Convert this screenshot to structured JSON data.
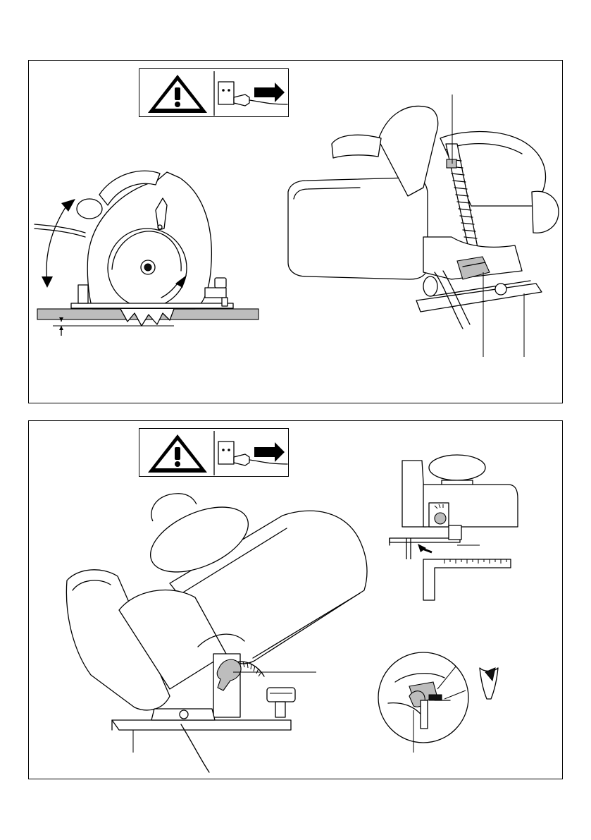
{
  "colors": {
    "line": "#000000",
    "background": "#ffffff",
    "shade": "#bdbdbd"
  },
  "icons": {
    "warning": "warning-triangle-icon",
    "unplug": "unplug-from-socket-icon"
  },
  "panels": [
    {
      "id": "top",
      "figures": [
        "depth-adjustment",
        "saw-side-view"
      ]
    },
    {
      "id": "bottom",
      "figures": [
        "bevel-adjustment",
        "square-check",
        "adjustment-screw-detail"
      ]
    }
  ]
}
